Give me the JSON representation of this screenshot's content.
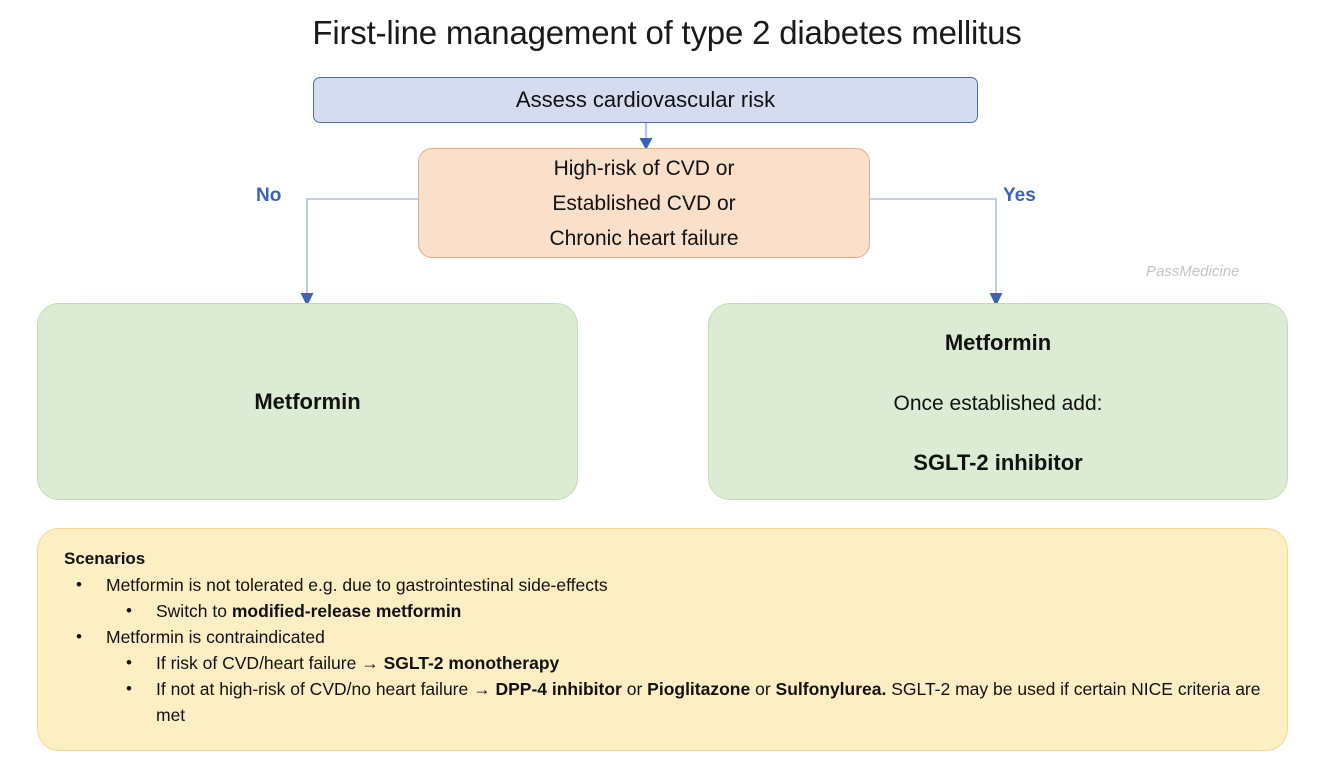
{
  "title": "First-line management of type 2 diabetes mellitus",
  "watermark": "PassMedicine",
  "colors": {
    "assess_box_fill": "#d6dcef",
    "assess_box_border": "#4f6bb0",
    "risk_box_fill": "#fadfcb",
    "risk_box_border": "#e8a97e",
    "treatment_box_fill": "#dcebd3",
    "treatment_box_border": "#c4dcb4",
    "scenarios_fill": "#fdeec4",
    "scenarios_border": "#f5d98d",
    "connector": "#b9c6e4",
    "arrowhead": "#3a63b5",
    "branch_label": "#3a63b5",
    "watermark": "#c3c3c3"
  },
  "nodes": {
    "assess": "Assess cardiovascular risk",
    "risk": {
      "line1": "High-risk of CVD or",
      "line2": "Established CVD or",
      "line3": "Chronic heart failure"
    },
    "left_branch_label": "No",
    "right_branch_label": "Yes",
    "metformin_left": "Metformin",
    "metformin_right": {
      "title": "Metformin",
      "subtitle": "Once established add:",
      "drug": "SGLT-2 inhibitor"
    }
  },
  "scenarios": {
    "heading": "Scenarios",
    "bullets": [
      {
        "level": 1,
        "marker": "•",
        "segments": [
          {
            "text": "Metformin is not tolerated e.g. due to gastrointestinal side-effects",
            "bold": false
          }
        ]
      },
      {
        "level": 2,
        "marker": "•",
        "segments": [
          {
            "text": "Switch to ",
            "bold": false
          },
          {
            "text": "modified-release metformin",
            "bold": true
          }
        ]
      },
      {
        "level": 1,
        "marker": "•",
        "segments": [
          {
            "text": "Metformin is contraindicated",
            "bold": false
          }
        ]
      },
      {
        "level": 2,
        "marker": "•",
        "segments": [
          {
            "text": "If risk of CVD/heart failure → ",
            "bold": false
          },
          {
            "text": "SGLT-2 monotherapy",
            "bold": true
          }
        ]
      },
      {
        "level": 2,
        "marker": "•",
        "segments": [
          {
            "text": "If not at high-risk of CVD/no heart failure → ",
            "bold": false
          },
          {
            "text": "DPP-4 inhibitor",
            "bold": true
          },
          {
            "text": " or ",
            "bold": false
          },
          {
            "text": "Pioglitazone",
            "bold": true
          },
          {
            "text": " or ",
            "bold": false
          },
          {
            "text": "Sulfonylurea.",
            "bold": true
          },
          {
            "text": " SGLT-2 may be used if certain NICE criteria are met",
            "bold": false
          }
        ]
      }
    ]
  }
}
